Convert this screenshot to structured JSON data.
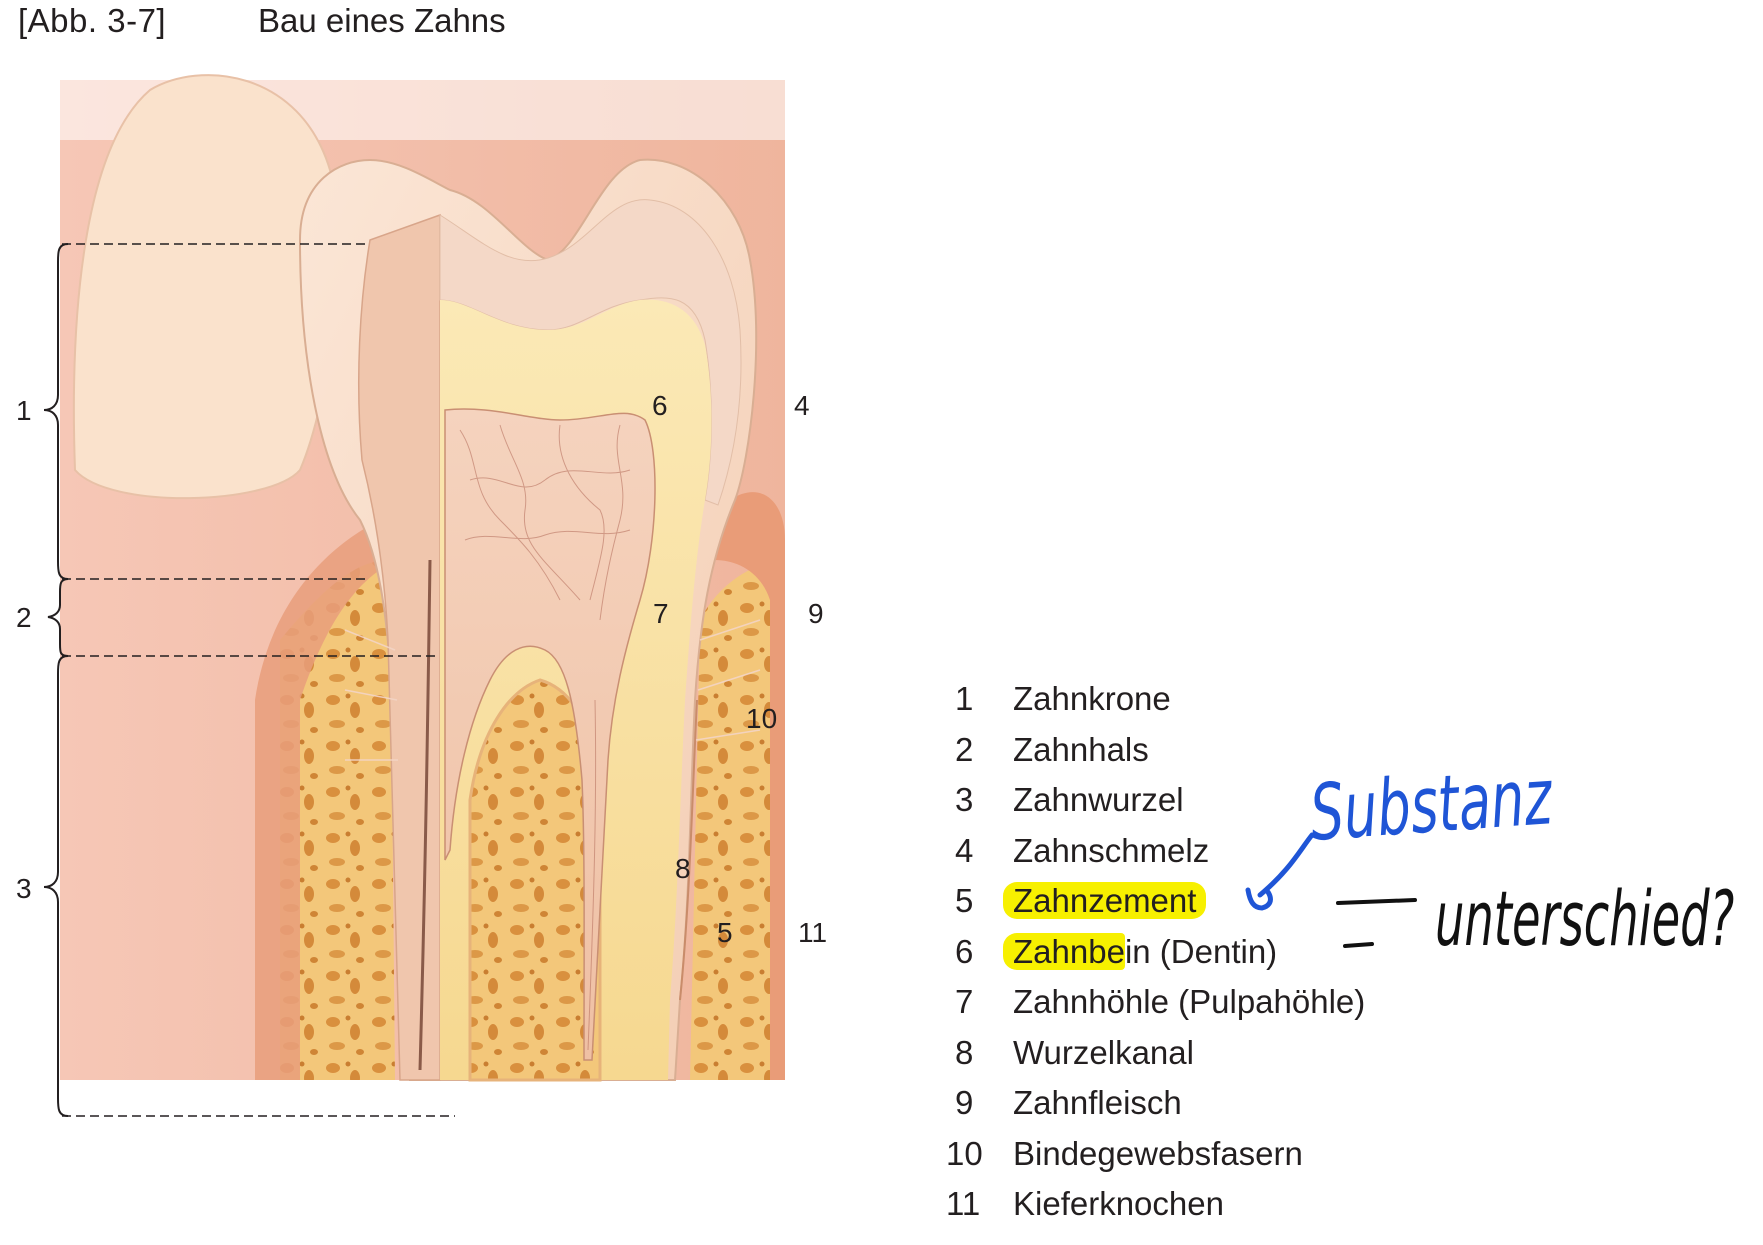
{
  "figure": {
    "number": "[Abb. 3-7]",
    "title": "Bau eines Zahns"
  },
  "diagram_labels": {
    "bracket_1": "1",
    "bracket_2": "2",
    "bracket_3": "3",
    "label_4": "4",
    "label_5": "5",
    "label_6": "6",
    "label_7": "7",
    "label_8": "8",
    "label_9": "9",
    "label_10": "10",
    "label_11": "11"
  },
  "legend": [
    {
      "num": "1",
      "text": "Zahnkrone"
    },
    {
      "num": "2",
      "text": "Zahnhals"
    },
    {
      "num": "3",
      "text": "Zahnwurzel"
    },
    {
      "num": "4",
      "text": "Zahnschmelz"
    },
    {
      "num": "5",
      "text": "Zahnzement",
      "highlight": "full"
    },
    {
      "num": "6",
      "text_highlighted": "Zahnbe",
      "text_rest": "in (Dentin)",
      "highlight": "partial"
    },
    {
      "num": "7",
      "text": "Zahnhöhle (Pulpahöhle)"
    },
    {
      "num": "8",
      "text": "Wurzelkanal"
    },
    {
      "num": "9",
      "text": "Zahnfleisch"
    },
    {
      "num": "10",
      "text": "Bindegewebsfasern"
    },
    {
      "num": "11",
      "text": "Kieferknochen"
    }
  ],
  "annotations": {
    "handwritten_blue": "Substanz",
    "handwritten_black": "unterschied?"
  },
  "colors": {
    "highlight": "#f7f000",
    "ink_blue": "#1f55d6",
    "ink_black": "#111111"
  }
}
